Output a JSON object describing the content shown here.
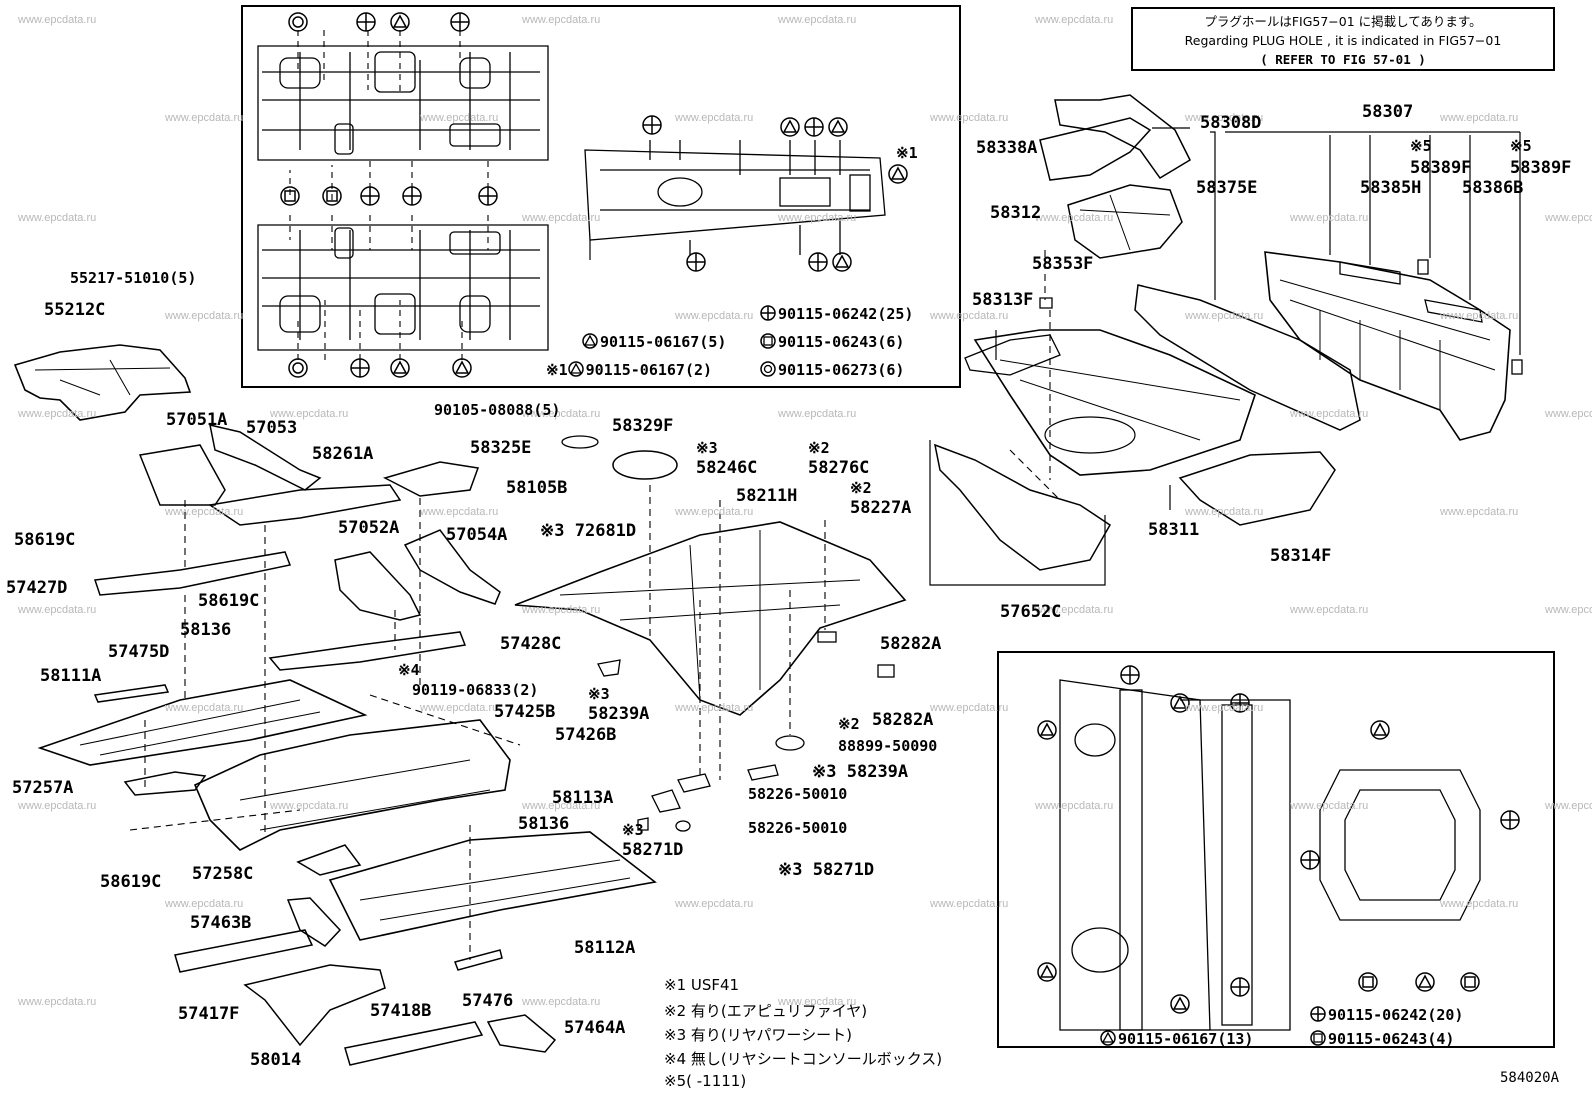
{
  "watermark": "www.epcdata.ru",
  "figure_code": "584020A",
  "note": {
    "line1": "プラグホールはFIG57−01 に掲載してあります。",
    "line2": "Regarding PLUG HOLE , it is indicated in FIG57−01",
    "line3": "( REFER TO FIG 57-01 )"
  },
  "fastener_legend_top": {
    "plus": "90115-06242(25)",
    "tri": "90115-06167(5)",
    "square": "90115-06243(6)",
    "tri_usf41_prefix": "※1",
    "tri_usf41": "90115-06167(2)",
    "ring": "90115-06273(6)"
  },
  "fastener_legend_bottom": {
    "plus": "90115-06242(20)",
    "tri": "90115-06167(13)",
    "square": "90115-06243(4)"
  },
  "footnotes": [
    "※1 USF41",
    "※2 有り(エアピュリファイヤ)",
    "※3 有り(リヤパワーシート)",
    "※4 無し(リヤシートコンソールボックス)",
    "※5(      -1111)"
  ],
  "parts": {
    "p55217": "55217-51010(5)",
    "p55212C": "55212C",
    "p57051A": "57051A",
    "p57053": "57053",
    "p58261A": "58261A",
    "p90105": "90105-08088(5)",
    "p58325E": "58325E",
    "p58105B": "58105B",
    "p58329F": "58329F",
    "p58246C": "58246C",
    "p58276C": "58276C",
    "p58227A": "58227A",
    "p58211H": "58211H",
    "p72681D": "72681D",
    "p58619C_1": "58619C",
    "p57427D": "57427D",
    "p57052A": "57052A",
    "p57054A": "57054A",
    "p58619C_2": "58619C",
    "p58136_1": "58136",
    "p57428C": "57428C",
    "p57475D": "57475D",
    "p58111A": "58111A",
    "p90119": "90119-06833(2)",
    "p57425B": "57425B",
    "p57426B": "57426B",
    "p58239A_1": "58239A",
    "p58282A_1": "58282A",
    "p58282A_2": "58282A",
    "p88899": "88899-50090",
    "p58239A_2": "58239A",
    "p57257A": "57257A",
    "p58113A": "58113A",
    "p58226_1": "58226-50010",
    "p58226_2": "58226-50010",
    "p58136_2": "58136",
    "p58271D_1": "58271D",
    "p58271D_2": "58271D",
    "p58619C_3": "58619C",
    "p57258C": "57258C",
    "p57463B": "57463B",
    "p58112A": "58112A",
    "p57417F": "57417F",
    "p57476": "57476",
    "p57418B": "57418B",
    "p57464A": "57464A",
    "p58014": "58014",
    "p58308D": "58308D",
    "p58307": "58307",
    "p58338A": "58338A",
    "p58375E": "58375E",
    "p58389F_1": "58389F",
    "p58389F_2": "58389F",
    "p58385H": "58385H",
    "p58386B": "58386B",
    "p58312": "58312",
    "p58353F": "58353F",
    "p58313F": "58313F",
    "p58311": "58311",
    "p58314F": "58314F",
    "p57652C": "57652C"
  },
  "markers": {
    "m1": "※1",
    "m2a": "※2",
    "m2b": "※2",
    "m2c": "※2",
    "m3a": "※3",
    "m3b": "※3",
    "m3c": "※3",
    "m3d": "※3",
    "m3e": "※3",
    "m3f": "※3",
    "m4": "※4",
    "m5a": "※5",
    "m5b": "※5"
  }
}
